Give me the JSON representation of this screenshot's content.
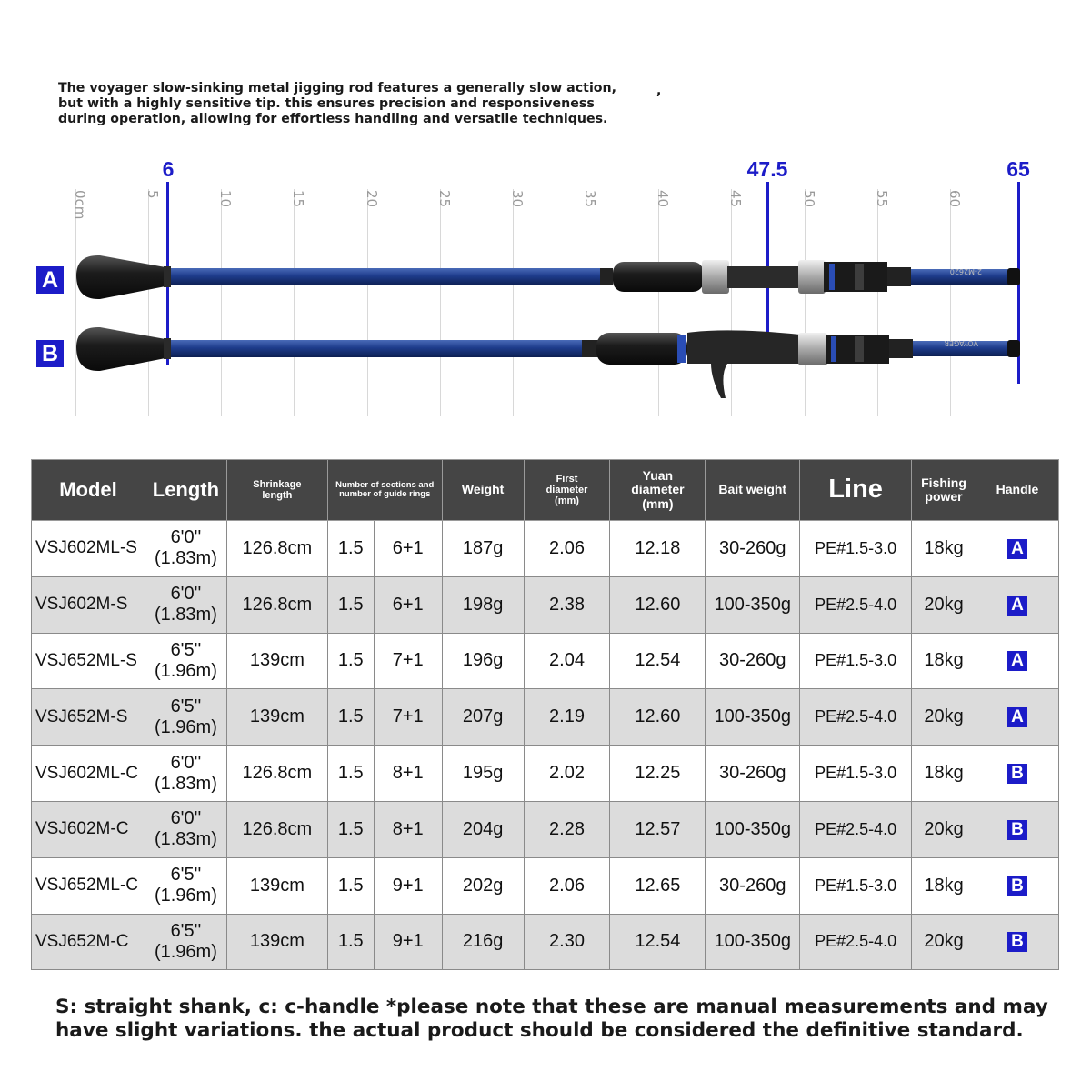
{
  "intro": {
    "line1": "The voyager slow-sinking metal jigging rod features a generally slow action,",
    "line2": "but with a highly sensitive tip. this ensures precision and responsiveness",
    "line3": "during operation, allowing for effortless handling and versatile techniques.",
    "comma": ","
  },
  "ruler": {
    "ticks": [
      "0cm",
      "5",
      "10",
      "15",
      "20",
      "25",
      "30",
      "35",
      "40",
      "45",
      "50",
      "55",
      "60"
    ],
    "markers": [
      "6",
      "47.5",
      "65"
    ]
  },
  "rods": {
    "a_label": "A",
    "b_label": "B",
    "a_text": "2-M2620",
    "b_text": "VOYAGER"
  },
  "colors": {
    "accent_blue": "#1c1cc8",
    "rod_blue": "#1e3c8c",
    "header_bg": "#454545",
    "row_alt": "#dcdcdc"
  },
  "table": {
    "headers": {
      "model": "Model",
      "length": "Length",
      "shrinkage_1": "Shrinkage",
      "shrinkage_2": "length",
      "sections_1": "Number of sections and",
      "sections_2": "number of guide rings",
      "weight": "Weight",
      "first_1": "First",
      "first_2": "diameter",
      "first_3": "(mm)",
      "yuan_1": "Yuan",
      "yuan_2": "diameter",
      "yuan_3": "(mm)",
      "bait": "Bait weight",
      "line": "Line",
      "fishing_1": "Fishing",
      "fishing_2": "power",
      "handle": "Handle"
    },
    "rows": [
      {
        "model": "VSJ602ML-S",
        "len_ft": "6'0''",
        "len_m": "(1.83m)",
        "shrink": "126.8cm",
        "sec": "1.5",
        "rings": "6+1",
        "weight": "187g",
        "first": "2.06",
        "yuan": "12.18",
        "bait": "30-260g",
        "line": "PE#1.5-3.0",
        "power": "18kg",
        "handle": "A"
      },
      {
        "model": "VSJ602M-S",
        "len_ft": "6'0''",
        "len_m": "(1.83m)",
        "shrink": "126.8cm",
        "sec": "1.5",
        "rings": "6+1",
        "weight": "198g",
        "first": "2.38",
        "yuan": "12.60",
        "bait": "100-350g",
        "line": "PE#2.5-4.0",
        "power": "20kg",
        "handle": "A"
      },
      {
        "model": "VSJ652ML-S",
        "len_ft": "6'5''",
        "len_m": "(1.96m)",
        "shrink": "139cm",
        "sec": "1.5",
        "rings": "7+1",
        "weight": "196g",
        "first": "2.04",
        "yuan": "12.54",
        "bait": "30-260g",
        "line": "PE#1.5-3.0",
        "power": "18kg",
        "handle": "A"
      },
      {
        "model": "VSJ652M-S",
        "len_ft": "6'5''",
        "len_m": "(1.96m)",
        "shrink": "139cm",
        "sec": "1.5",
        "rings": "7+1",
        "weight": "207g",
        "first": "2.19",
        "yuan": "12.60",
        "bait": "100-350g",
        "line": "PE#2.5-4.0",
        "power": "20kg",
        "handle": "A"
      },
      {
        "model": "VSJ602ML-C",
        "len_ft": "6'0''",
        "len_m": "(1.83m)",
        "shrink": "126.8cm",
        "sec": "1.5",
        "rings": "8+1",
        "weight": "195g",
        "first": "2.02",
        "yuan": "12.25",
        "bait": "30-260g",
        "line": "PE#1.5-3.0",
        "power": "18kg",
        "handle": "B"
      },
      {
        "model": "VSJ602M-C",
        "len_ft": "6'0''",
        "len_m": "(1.83m)",
        "shrink": "126.8cm",
        "sec": "1.5",
        "rings": "8+1",
        "weight": "204g",
        "first": "2.28",
        "yuan": "12.57",
        "bait": "100-350g",
        "line": "PE#2.5-4.0",
        "power": "20kg",
        "handle": "B"
      },
      {
        "model": "VSJ652ML-C",
        "len_ft": "6'5''",
        "len_m": "(1.96m)",
        "shrink": "139cm",
        "sec": "1.5",
        "rings": "9+1",
        "weight": "202g",
        "first": "2.06",
        "yuan": "12.65",
        "bait": "30-260g",
        "line": "PE#1.5-3.0",
        "power": "18kg",
        "handle": "B"
      },
      {
        "model": "VSJ652M-C",
        "len_ft": "6'5''",
        "len_m": "(1.96m)",
        "shrink": "139cm",
        "sec": "1.5",
        "rings": "9+1",
        "weight": "216g",
        "first": "2.30",
        "yuan": "12.54",
        "bait": "100-350g",
        "line": "PE#2.5-4.0",
        "power": "20kg",
        "handle": "B"
      }
    ]
  },
  "footer": {
    "line1": "S: straight shank, c: c-handle *please note that these are manual measurements and may",
    "line2": "have slight variations. the actual product should be considered the definitive standard."
  }
}
